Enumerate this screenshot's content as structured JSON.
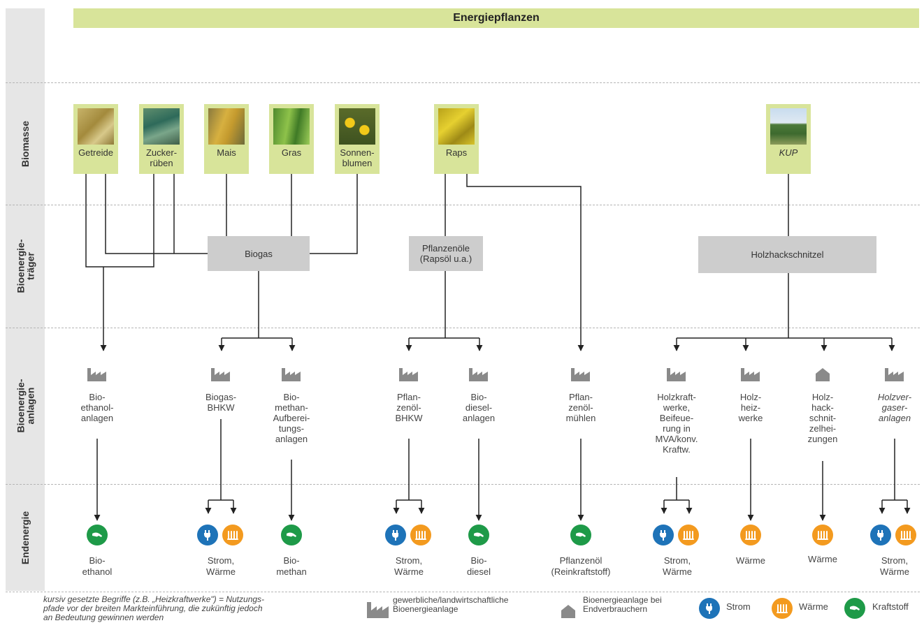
{
  "title": "Energiepflanzen",
  "rows": [
    {
      "label": "Biomasse"
    },
    {
      "label": "Bioenergie-\nträger"
    },
    {
      "label": "Bioenergie-\nanlagen"
    },
    {
      "label": "Endenergie"
    }
  ],
  "biomasse": [
    {
      "label": "Getreide",
      "italic": false
    },
    {
      "label": "Zucker-\nrüben",
      "italic": false
    },
    {
      "label": "Mais",
      "italic": false
    },
    {
      "label": "Gras",
      "italic": false
    },
    {
      "label": "Sonnen-\nblumen",
      "italic": false
    },
    {
      "label": "Raps",
      "italic": false
    },
    {
      "label": "KUP",
      "italic": true
    }
  ],
  "traeger": [
    {
      "label": "Biogas"
    },
    {
      "label": "Pflanzenöle\n(Rapsöl u.a.)"
    },
    {
      "label": "Holzhackschnitzel"
    }
  ],
  "anlagen": [
    {
      "label": "Bio-\nethanol-\nanlagen",
      "italic": false,
      "icon": "factory"
    },
    {
      "label": "Biogas-\nBHKW",
      "italic": false,
      "icon": "factory"
    },
    {
      "label": "Bio-\nmethan-\nAufberei-\ntungs-\nanlagen",
      "italic": false,
      "icon": "factory"
    },
    {
      "label": "Pflan-\nzenöl-\nBHKW",
      "italic": false,
      "icon": "factory"
    },
    {
      "label": "Bio-\ndiesel-\nanlagen",
      "italic": false,
      "icon": "factory"
    },
    {
      "label": "Pflan-\nzenöl-\nmühlen",
      "italic": false,
      "icon": "factory"
    },
    {
      "label": "Holzkraft-\nwerke,\nBeifeue-\nrung in\nMVA/konv.\nKraftw.",
      "italic": false,
      "icon": "factory"
    },
    {
      "label": "Holz-\nheiz-\nwerke",
      "italic": false,
      "icon": "factory"
    },
    {
      "label": "Holz-\nhack-\nschnit-\nzelhei-\nzungen",
      "italic": false,
      "icon": "house"
    },
    {
      "label": "Holzver-\ngaser-\nanlagen",
      "italic": true,
      "icon": "factory"
    }
  ],
  "endenergie": [
    {
      "label": "Bio-\nethanol",
      "icons": [
        "kraftstoff"
      ]
    },
    {
      "label": "Strom,\nWärme",
      "icons": [
        "strom",
        "waerme"
      ]
    },
    {
      "label": "Bio-\nmethan",
      "icons": [
        "kraftstoff"
      ]
    },
    {
      "label": "Strom,\nWärme",
      "icons": [
        "strom",
        "waerme"
      ]
    },
    {
      "label": "Bio-\ndiesel",
      "icons": [
        "kraftstoff"
      ]
    },
    {
      "label": "Pflanzenöl\n(Reinkraftstoff)",
      "icons": [
        "kraftstoff"
      ]
    },
    {
      "label": "Strom,\nWärme",
      "icons": [
        "strom",
        "waerme"
      ]
    },
    {
      "label": "Wärme",
      "icons": [
        "waerme"
      ]
    },
    {
      "label": "Wärme",
      "icons": [
        "waerme"
      ]
    },
    {
      "label": "Strom,\nWärme",
      "icons": [
        "strom",
        "waerme"
      ]
    }
  ],
  "legend": {
    "note": "kursiv gesetzte Begriffe (z.B. „Heizkraftwerke\") = Nutzungs-\npfade vor der breiten Markteinführung, die zukünftig jedoch\nan Bedeutung gewinnen werden",
    "factory": "gewerbliche/landwirtschaftliche\nBioenergieanlage",
    "house": "Bioenergieanlage bei\nEndverbrauchern",
    "strom": "Strom",
    "waerme": "Wärme",
    "kraftstoff": "Kraftstoff"
  },
  "colors": {
    "band": "#d8e49a",
    "box": "#cdcdcd",
    "strom": "#1e73b8",
    "waerme": "#f39a1f",
    "kraftstoff": "#1e9a48",
    "icon": "#8a8a8a"
  }
}
